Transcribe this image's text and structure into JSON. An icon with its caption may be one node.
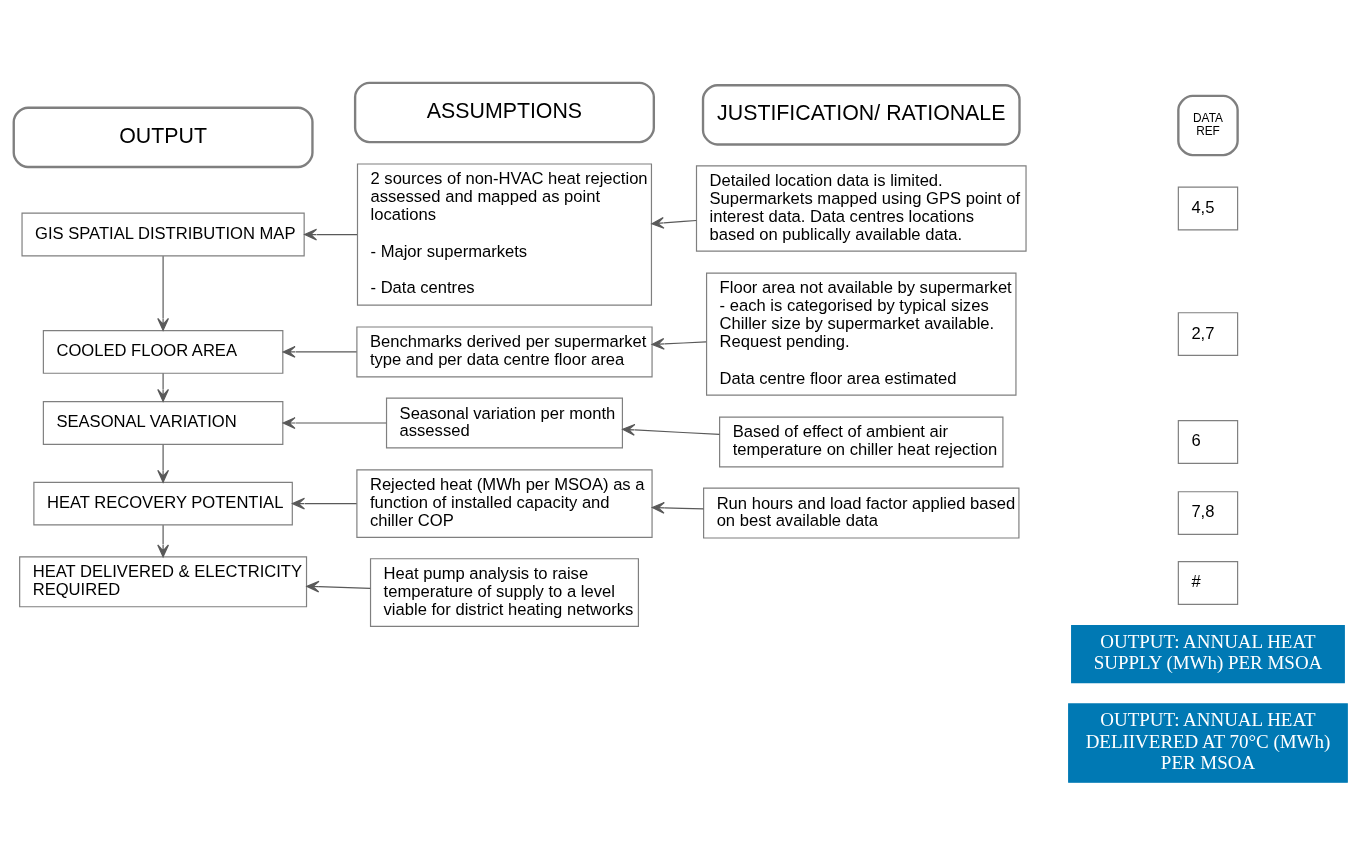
{
  "diagram": {
    "nodes": [
      {
        "text": [
          "OUTPUT"
        ]
      },
      {
        "text": [
          "ASSUMPTIONS"
        ]
      },
      {
        "text": [
          "JUSTIFICATION/ RATIONALE"
        ]
      },
      {
        "text": [
          "DATA REF"
        ]
      },
      {
        "text": [
          "GIS SPATIAL DISTRIBUTION MAP"
        ]
      },
      {
        "text": [
          "2 sources of non-HVAC heat rejection assessed and mapped as point locations",
          "- Major supermarkets",
          "- Data centres"
        ]
      },
      {
        "text": [
          "Detailed location data is limited. Supermarkets mapped using GPS point of interest data. Data centres locations based on publically available data."
        ]
      },
      {
        "text": [
          "4,5"
        ]
      },
      {
        "text": [
          "COOLED FLOOR AREA"
        ]
      },
      {
        "text": [
          "Benchmarks derived per supermarket type and per data centre floor area"
        ]
      },
      {
        "text": [
          "Floor area not available by supermarket - each is categorised by typical sizes  Chiller size by supermarket available. Request pending.",
          "Data centre floor area estimated"
        ]
      },
      {
        "text": [
          "2,7"
        ]
      },
      {
        "text": [
          "SEASONAL VARIATION"
        ]
      },
      {
        "text": [
          "Seasonal variation per month assessed"
        ]
      },
      {
        "text": [
          "Based of effect of ambient air temperature on chiller heat rejection"
        ]
      },
      {
        "text": [
          "6"
        ]
      },
      {
        "text": [
          "HEAT RECOVERY POTENTIAL"
        ]
      },
      {
        "text": [
          "Rejected heat (MWh per MSOA) as a function of installed capacity and chiller COP"
        ]
      },
      {
        "text": [
          "Run hours and load factor applied based on best available data"
        ]
      },
      {
        "text": [
          "7,8"
        ]
      },
      {
        "text": [
          "HEAT DELIVERED & ELECTRICITY REQUIRED"
        ]
      },
      {
        "text": [
          "Heat pump analysis to raise temperature of supply to a level viable for district heating networks"
        ]
      },
      {
        "text": [
          "#"
        ]
      },
      {
        "text": [
          "OUTPUT: ANNUAL HEAT SUPPLY (MWh) PER MSOA"
        ]
      },
      {
        "text": [
          "OUTPUT: ANNUAL HEAT DELIIVERED AT 70°C (MWh) PER MSOA"
        ]
      }
    ],
    "edges": [
      {
        "from": 5,
        "to": 4,
        "arrow": "to"
      },
      {
        "from": 6,
        "to": 5,
        "arrow": "to"
      },
      {
        "from": 4,
        "to": 8,
        "arrow": "to"
      },
      {
        "from": 9,
        "to": 8,
        "arrow": "to"
      },
      {
        "from": 10,
        "to": 9,
        "arrow": "to"
      },
      {
        "from": 8,
        "to": 12,
        "arrow": "to"
      },
      {
        "from": 13,
        "to": 12,
        "arrow": "to"
      },
      {
        "from": 14,
        "to": 13,
        "arrow": "to"
      },
      {
        "from": 12,
        "to": 16,
        "arrow": "to"
      },
      {
        "from": 17,
        "to": 16,
        "arrow": "to"
      },
      {
        "from": 18,
        "to": 17,
        "arrow": "to"
      },
      {
        "from": 16,
        "to": 20,
        "arrow": "to"
      },
      {
        "from": 21,
        "to": 20,
        "arrow": "to"
      }
    ]
  }
}
